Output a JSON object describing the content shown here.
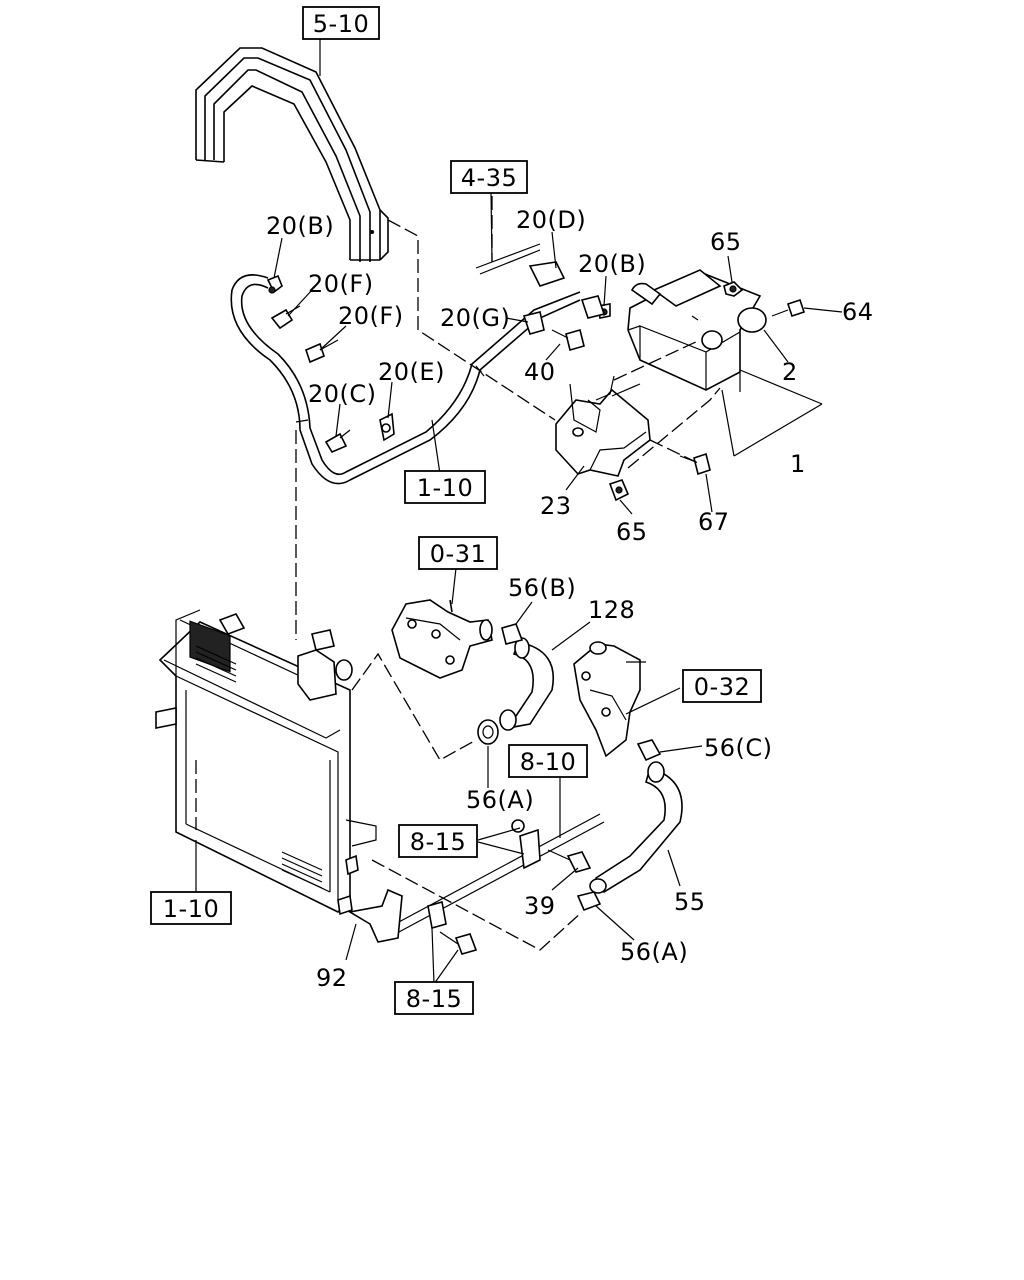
{
  "refs": {
    "r510": "5-10",
    "r435": "4-35",
    "r110_top": "1-10",
    "r031": "0-31",
    "r032": "0-32",
    "r810": "8-10",
    "r815_a": "8-15",
    "r110_bottom": "1-10",
    "r815_b": "8-15"
  },
  "parts": {
    "p20B_a": "20(B)",
    "p20F_a": "20(F)",
    "p20F_b": "20(F)",
    "p20C": "20(C)",
    "p20E": "20(E)",
    "p20D": "20(D)",
    "p20B_b": "20(B)",
    "p20G": "20(G)",
    "p40": "40",
    "p65_a": "65",
    "p64": "64",
    "p2": "2",
    "p1": "1",
    "p23": "23",
    "p65_b": "65",
    "p67": "67",
    "p56B": "56(B)",
    "p128": "128",
    "p56C": "56(C)",
    "p56A_a": "56(A)",
    "p39": "39",
    "p55": "55",
    "p56A_b": "56(A)",
    "p92": "92"
  }
}
